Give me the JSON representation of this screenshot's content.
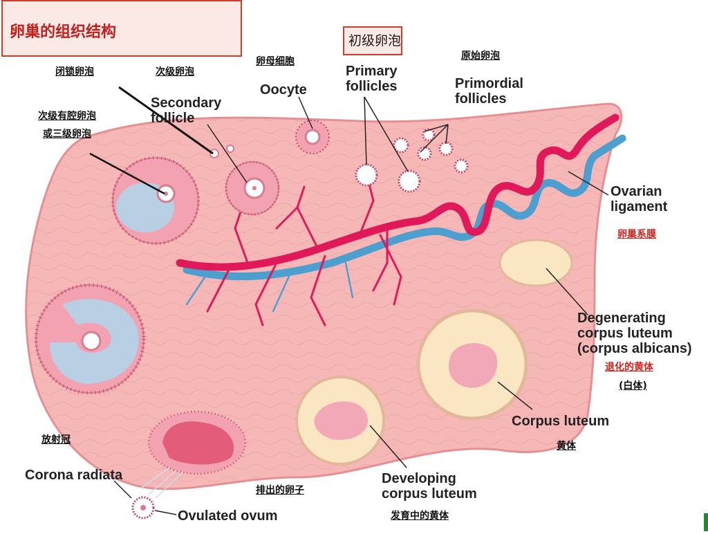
{
  "title": "卵巢的组织结构",
  "primary_box": "初级卵泡",
  "labels_cn": {
    "atretic": "闭锁卵泡",
    "secondary": "次级卵泡",
    "oocyte": "卵母细胞",
    "primordial": "原始卵泡",
    "antral_line1": "次级有腔卵泡",
    "antral_line2": "或三级卵泡",
    "mesovarium": "卵巢系膜",
    "albicans_line1": "退化的黄体",
    "albicans_line2": "(白体)",
    "radiata": "放射冠",
    "luteum": "黄体",
    "ovum": "排出的卵子",
    "developing": "发育中的黄体"
  },
  "labels_en": {
    "secondary_1": "Secondary",
    "secondary_2": "follicle",
    "oocyte": "Oocyte",
    "primary_1": "Primary",
    "primary_2": "follicles",
    "primordial_1": "Primordial",
    "primordial_2": "follicles",
    "ligament_1": "Ovarian",
    "ligament_2": "ligament",
    "degenerating_1": "Degenerating",
    "degenerating_2": "corpus luteum",
    "degenerating_3": "(corpus albicans)",
    "corpus_luteum": "Corpus luteum",
    "radiata": "Corona radiata",
    "ovum": "Ovulated ovum",
    "developing_1": "Developing",
    "developing_2": "corpus luteum"
  },
  "colors": {
    "tissue": "#f6b8b6",
    "tissue_edge": "#e58f93",
    "artery": "#e0195a",
    "vein": "#4d9fd0",
    "antrum": "#b8cfe4",
    "luteum": "#fbe6c4",
    "title_red": "#c0201c"
  }
}
